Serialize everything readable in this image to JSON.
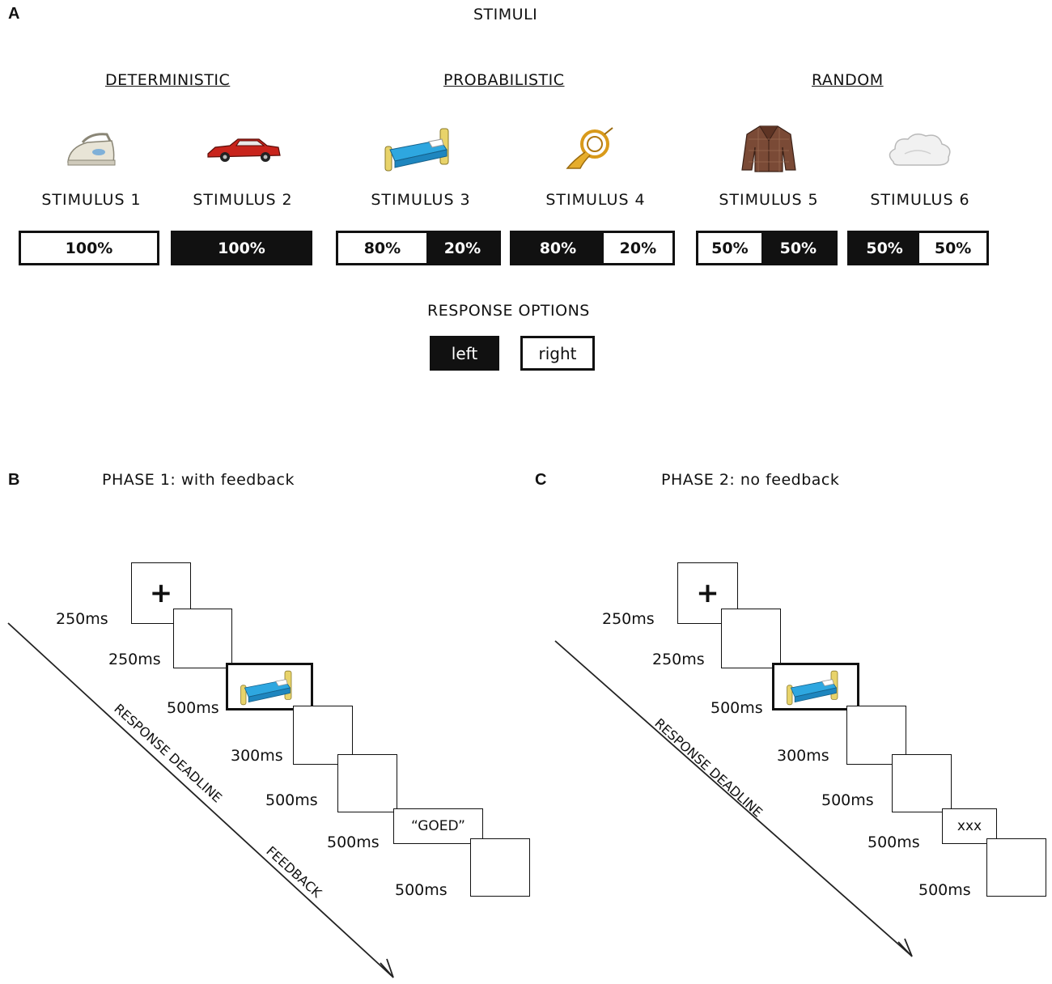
{
  "panel_a": {
    "letter": "A",
    "title": "STIMULI",
    "headings": [
      "DETERMINISTIC",
      "PROBABILISTIC",
      "RANDOM"
    ],
    "stimuli": [
      {
        "label": "STIMULUS 1",
        "icon": "iron-icon",
        "bar": [
          {
            "text": "100%",
            "color": "white"
          }
        ]
      },
      {
        "label": "STIMULUS 2",
        "icon": "car-icon",
        "bar": [
          {
            "text": "100%",
            "color": "black"
          }
        ]
      },
      {
        "label": "STIMULUS 3",
        "icon": "bed-icon",
        "bar": [
          {
            "text": "80%",
            "color": "white"
          },
          {
            "text": "20%",
            "color": "black"
          }
        ]
      },
      {
        "label": "STIMULUS 4",
        "icon": "french-horn-icon",
        "bar": [
          {
            "text": "80%",
            "color": "black"
          },
          {
            "text": "20%",
            "color": "white"
          }
        ]
      },
      {
        "label": "STIMULUS 5",
        "icon": "jacket-icon",
        "bar": [
          {
            "text": "50%",
            "color": "white"
          },
          {
            "text": "50%",
            "color": "black"
          }
        ]
      },
      {
        "label": "STIMULUS 6",
        "icon": "cloud-icon",
        "bar": [
          {
            "text": "50%",
            "color": "black"
          },
          {
            "text": "50%",
            "color": "white"
          }
        ]
      }
    ],
    "response_title": "RESPONSE OPTIONS",
    "response_left": "left",
    "response_right": "right"
  },
  "panel_b": {
    "letter": "B",
    "title": "PHASE 1: with feedback",
    "fixation": "+",
    "times": [
      "250ms",
      "250ms",
      "500ms",
      "300ms",
      "500ms",
      "500ms",
      "500ms"
    ],
    "feedback_text": "“GOED”",
    "axis_label_1": "RESPONSE DEADLINE",
    "axis_label_2": "FEEDBACK"
  },
  "panel_c": {
    "letter": "C",
    "title": "PHASE 2: no feedback",
    "fixation": "+",
    "times": [
      "250ms",
      "250ms",
      "500ms",
      "300ms",
      "500ms",
      "500ms",
      "500ms"
    ],
    "feedback_text": "xxx",
    "axis_label_1": "RESPONSE DEADLINE"
  },
  "colors": {
    "black": "#111111",
    "bed_frame": "#e8d36a",
    "bed_sheet": "#2ea7e0",
    "car": "#c8241c",
    "horn": "#d99a1a",
    "jacket": "#7a4a36"
  }
}
